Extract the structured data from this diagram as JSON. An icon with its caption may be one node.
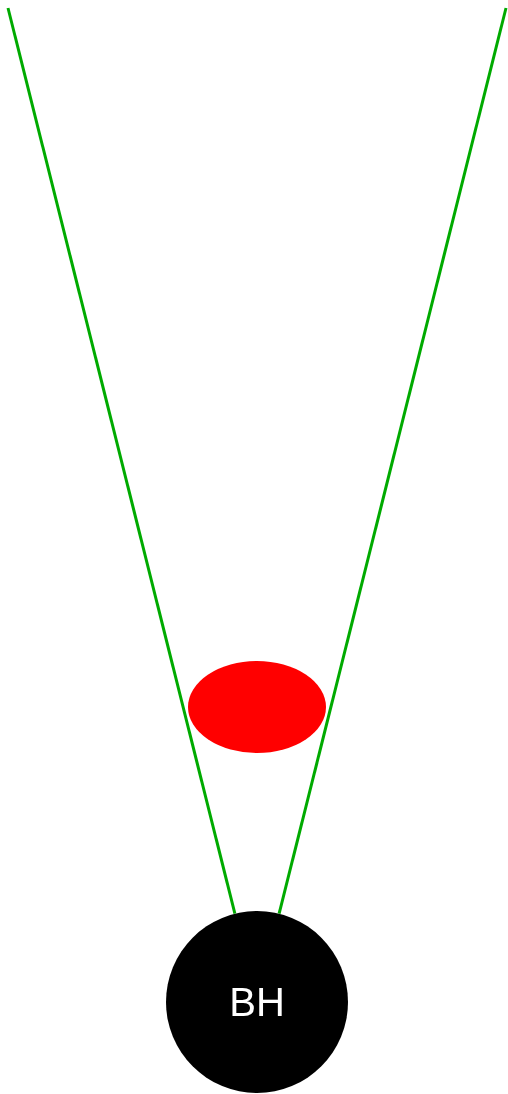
{
  "diagram": {
    "nodes": [
      {
        "text": [],
        "shape": "ellipse"
      },
      {
        "text": [
          "BH"
        ]
      }
    ],
    "edges": [
      {
        "from": 1,
        "to": null,
        "arrow": "none"
      },
      {
        "from": 1,
        "to": null,
        "arrow": "none"
      }
    ]
  }
}
